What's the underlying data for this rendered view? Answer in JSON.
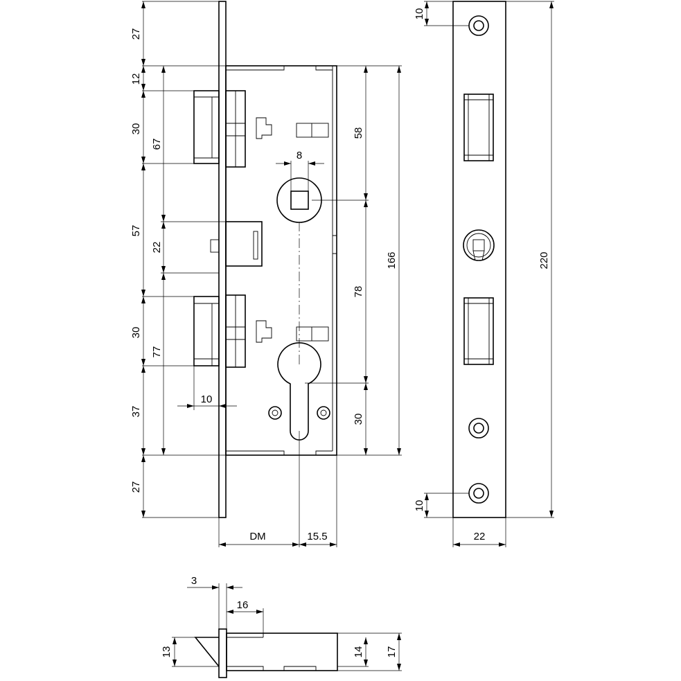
{
  "dimensions": {
    "front_left": [
      "27",
      "12",
      "30",
      "57",
      "30",
      "37",
      "27"
    ],
    "front_inner": [
      "67",
      "22",
      "77"
    ],
    "latch_depth": "10",
    "spindle_square": "8",
    "right_vertical": [
      "58",
      "78",
      "30"
    ],
    "case_height": "166",
    "backset": "DM",
    "case_rear": "15.5",
    "plate_hole_offset_top": "10",
    "plate_hole_offset_bottom": "10",
    "plate_length": "220",
    "plate_width": "22",
    "bottom_plate_thickness": "3",
    "bolt_throw": "16",
    "bolt_height": "13",
    "case_thickness_inner": "14",
    "case_thickness_outer": "17"
  }
}
